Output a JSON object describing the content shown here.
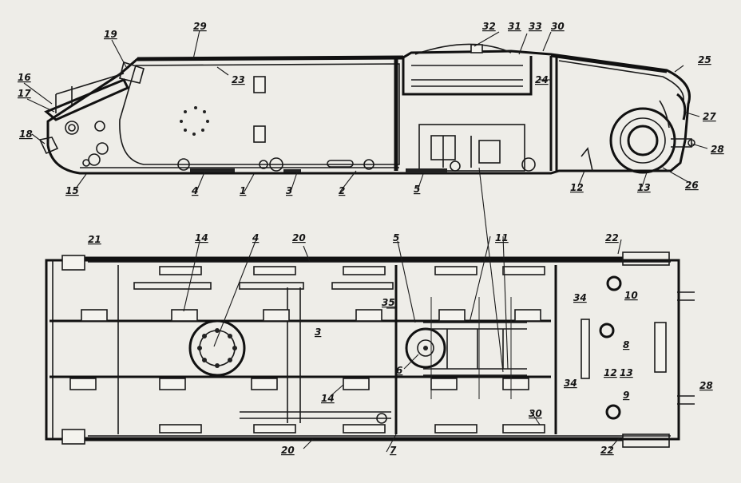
{
  "drawing": {
    "top_view_callouts": [
      {
        "key": "c19",
        "label": "19"
      },
      {
        "key": "c29",
        "label": "29"
      },
      {
        "key": "c32",
        "label": "32"
      },
      {
        "key": "c31",
        "label": "31"
      },
      {
        "key": "c33",
        "label": "33"
      },
      {
        "key": "c30t",
        "label": "30"
      },
      {
        "key": "c25",
        "label": "25"
      },
      {
        "key": "c16",
        "label": "16"
      },
      {
        "key": "c17",
        "label": "17"
      },
      {
        "key": "c23",
        "label": "23"
      },
      {
        "key": "c24",
        "label": "24"
      },
      {
        "key": "c27",
        "label": "27"
      },
      {
        "key": "c18",
        "label": "18"
      },
      {
        "key": "c28t",
        "label": "28"
      },
      {
        "key": "c15",
        "label": "15"
      },
      {
        "key": "c4t",
        "label": "4"
      },
      {
        "key": "c1",
        "label": "1"
      },
      {
        "key": "c3t",
        "label": "3"
      },
      {
        "key": "c2",
        "label": "2"
      },
      {
        "key": "c5t",
        "label": "5"
      },
      {
        "key": "c12t",
        "label": "12"
      },
      {
        "key": "c13t",
        "label": "13"
      },
      {
        "key": "c26",
        "label": "26"
      }
    ],
    "bottom_view_callouts": [
      {
        "key": "c21",
        "label": "21"
      },
      {
        "key": "c14a",
        "label": "14"
      },
      {
        "key": "c4b",
        "label": "4"
      },
      {
        "key": "c20a",
        "label": "20"
      },
      {
        "key": "c5b",
        "label": "5"
      },
      {
        "key": "c11",
        "label": "11"
      },
      {
        "key": "c22a",
        "label": "22"
      },
      {
        "key": "c10",
        "label": "10"
      },
      {
        "key": "c34a",
        "label": "34"
      },
      {
        "key": "c35",
        "label": "35"
      },
      {
        "key": "c3b",
        "label": "3"
      },
      {
        "key": "c8",
        "label": "8"
      },
      {
        "key": "c6",
        "label": "6"
      },
      {
        "key": "c12b",
        "label": "12"
      },
      {
        "key": "c13b",
        "label": "13"
      },
      {
        "key": "c34b",
        "label": "34"
      },
      {
        "key": "c28b",
        "label": "28"
      },
      {
        "key": "c9",
        "label": "9"
      },
      {
        "key": "c14b",
        "label": "14"
      },
      {
        "key": "c30b",
        "label": "30"
      },
      {
        "key": "c20b",
        "label": "20"
      },
      {
        "key": "c7",
        "label": "7"
      },
      {
        "key": "c22b",
        "label": "22"
      }
    ]
  }
}
